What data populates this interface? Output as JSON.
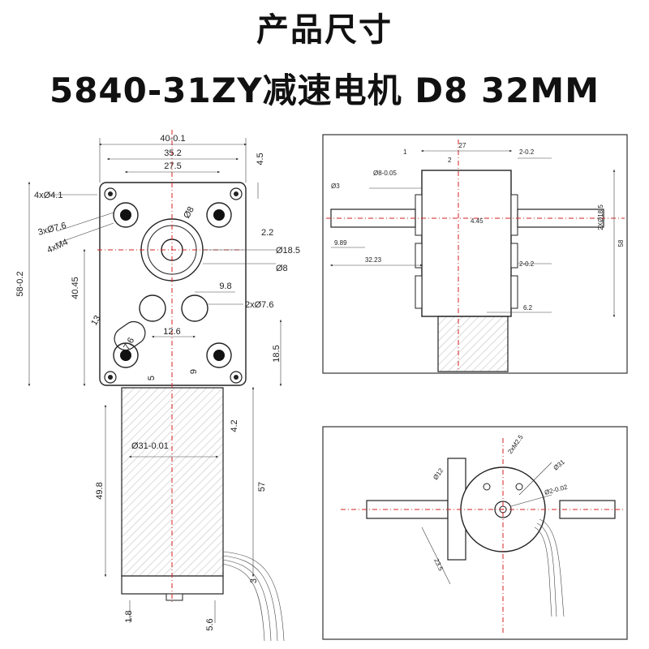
{
  "header": {
    "title": "产品尺寸",
    "subtitle": "5840-31ZY减速电机 D8 32MM"
  },
  "colors": {
    "centerline": "#d62020",
    "ink": "#222222",
    "hatch": "#999999"
  },
  "front_view": {
    "dims": {
      "w40": "40-0.1",
      "w35": "35.2",
      "w27": "27.5",
      "h45": "4.5",
      "holes41": "4xØ4.1",
      "holes76": "3xØ7.6",
      "m4": "4xM4",
      "d8a": "Ø8",
      "d22": "2.2",
      "d185": "Ø18.5",
      "d8b": "Ø8",
      "h58": "58-0.2",
      "h4045": "40.45",
      "d98": "9.8",
      "d276": "2xØ7.6",
      "d13": "13",
      "d76": "7.6",
      "d126": "12.6",
      "d185v": "18.5",
      "d5": "5",
      "d9": "9",
      "d42": "4.2",
      "d31": "Ø31-0.01",
      "d498": "49.8",
      "d57": "57",
      "d3": "3",
      "d18": "1.8",
      "d56": "5.6"
    }
  },
  "side_view": {
    "dims": {
      "d1": "1",
      "d27": "27",
      "d2": "2",
      "d202a": "2-0.2",
      "d3": "Ø3",
      "d805": "Ø8-0.05",
      "d445": "4.45",
      "d2x185": "2XØ18.5",
      "d58": "58",
      "d989": "9.89",
      "d3223": "32.23",
      "d202b": "2-0.2",
      "d62": "6.2"
    }
  },
  "bottom_view": {
    "dims": {
      "m25": "2xM2.5",
      "d12": "Ø12",
      "d31": "Ø31",
      "d2": "Ø2-0.02",
      "d235": "23.5"
    }
  }
}
